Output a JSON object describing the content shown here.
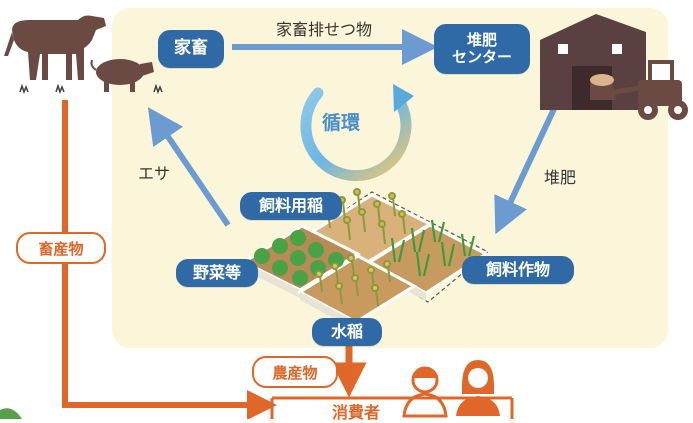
{
  "nodes": {
    "livestock": "家畜",
    "compost_center": "堆肥\nセンター",
    "feed_rice": "飼料用稲",
    "vegetables": "野菜等",
    "paddy_rice": "水稲",
    "feed_crops": "飼料作物",
    "consumers": "消費者"
  },
  "edges": {
    "manure": "家畜排せつ物",
    "compost": "堆肥",
    "feed": "エサ",
    "livestock_products": "畜産物",
    "agri_products": "農産物"
  },
  "cycle_label": "循環",
  "colors": {
    "node_blue": "#2f6aa6",
    "arrow_blue": "#6b9bd0",
    "orange": "#e0672a",
    "panel": "#fbf6d9",
    "barn": "#5a4040"
  }
}
